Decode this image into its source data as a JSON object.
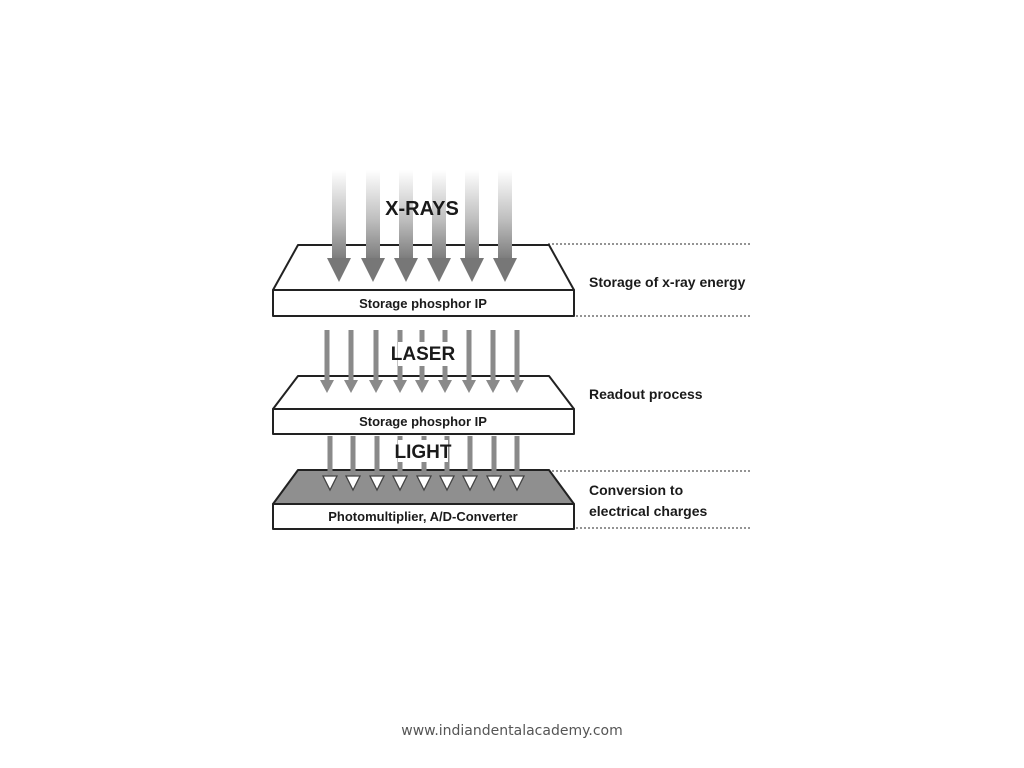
{
  "diagram": {
    "labels": {
      "xrays": "X-RAYS",
      "laser": "LASER",
      "light": "LIGHT"
    },
    "plates": {
      "plate1": "Storage phosphor IP",
      "plate2": "Storage phosphor IP",
      "plate3": "Photomultiplier, A/D-Converter"
    },
    "steps": {
      "step1": "Storage of x-ray energy",
      "step2": "Readout process",
      "step3_line1": "Conversion to",
      "step3_line2": "electrical charges"
    },
    "colors": {
      "xray_arrow": "#777777",
      "laser_arrow": "#8a8a8a",
      "detector_fill": "#8f8f8f",
      "plate_stroke": "#222222"
    }
  },
  "footer": {
    "url": "www.indiandentalacademy.com"
  }
}
